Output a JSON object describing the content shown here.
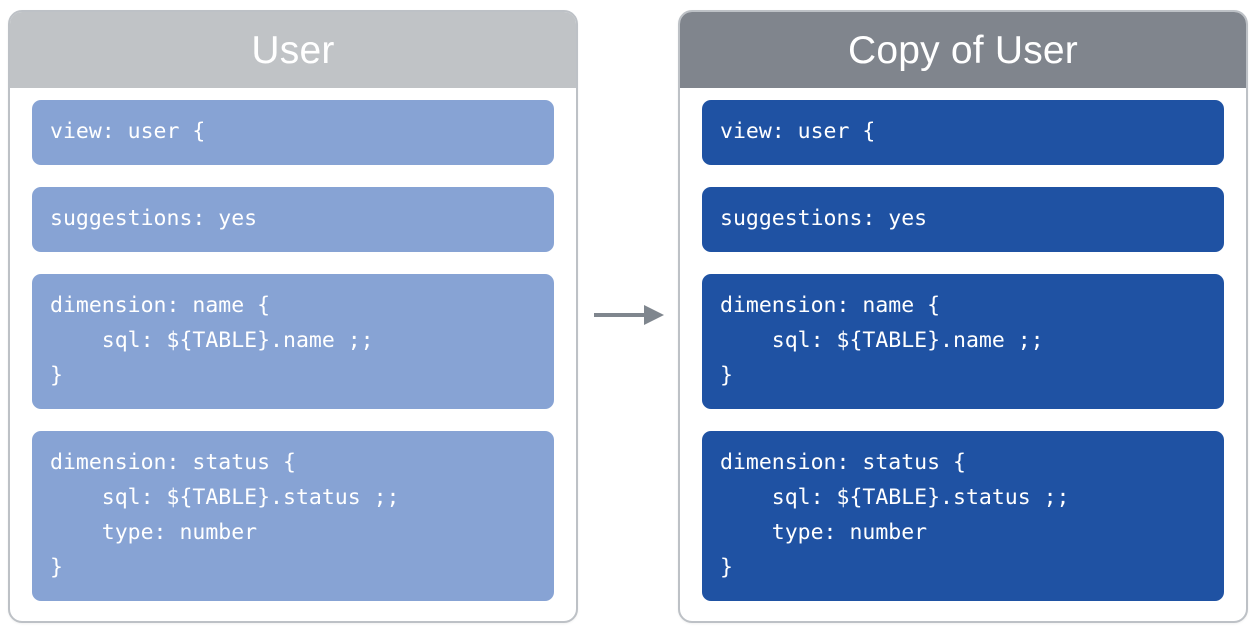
{
  "diagram": {
    "arrow_icon": "arrow-right-icon",
    "arrow_color": "#7f868e"
  },
  "panels": [
    {
      "id": "source",
      "title": "User",
      "header_color": "#c0c3c6",
      "block_color": "#87a3d4",
      "blocks": [
        {
          "name": "view-declaration",
          "code": "view: user {"
        },
        {
          "name": "suggestions-parameter",
          "code": "suggestions: yes"
        },
        {
          "name": "dimension-name",
          "code": "dimension: name {\n    sql: ${TABLE}.name ;;\n}"
        },
        {
          "name": "dimension-status",
          "code": "dimension: status {\n    sql: ${TABLE}.status ;;\n    type: number\n}"
        }
      ]
    },
    {
      "id": "copy",
      "title": "Copy of User",
      "header_color": "#80858d",
      "block_color": "#1f52a3",
      "blocks": [
        {
          "name": "view-declaration",
          "code": "view: user {"
        },
        {
          "name": "suggestions-parameter",
          "code": "suggestions: yes"
        },
        {
          "name": "dimension-name",
          "code": "dimension: name {\n    sql: ${TABLE}.name ;;\n}"
        },
        {
          "name": "dimension-status",
          "code": "dimension: status {\n    sql: ${TABLE}.status ;;\n    type: number\n}"
        }
      ]
    }
  ]
}
